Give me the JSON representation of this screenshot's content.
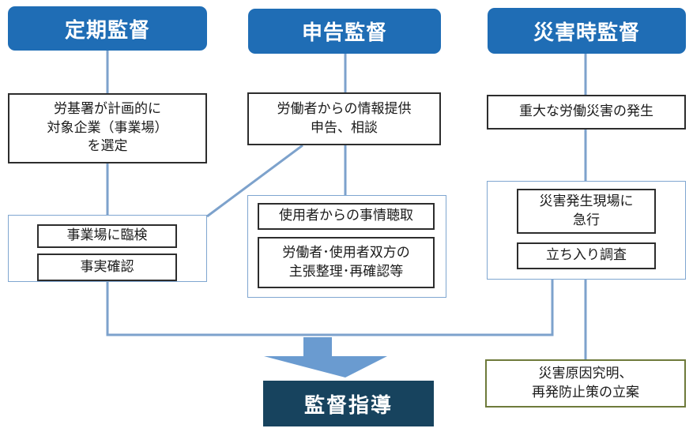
{
  "headers": {
    "periodic": "定期監督",
    "complaint": "申告監督",
    "disaster": "災害時監督"
  },
  "periodic_flow": {
    "selection": [
      "労基署が計画的に",
      "対象企業（事業場）",
      "を選定"
    ],
    "steps": [
      "事業場に臨検",
      "事実確認"
    ]
  },
  "complaint_flow": {
    "intake": [
      "労働者からの情報提供",
      "申告、相談"
    ],
    "steps": [
      [
        "使用者からの事情聴取"
      ],
      [
        "労働者･使用者双方の",
        "主張整理･再確認等"
      ]
    ]
  },
  "disaster_flow": {
    "trigger": [
      "重大な労働災害の発生"
    ],
    "steps": [
      [
        "災害発生現場に",
        "急行"
      ],
      [
        "立ち入り調査"
      ]
    ],
    "outcome": [
      "災害原因究明、",
      "再発防止策の立案"
    ]
  },
  "result": "監督指導",
  "colors": {
    "header_blue": "#1F6DB5",
    "result_navy": "#17435E",
    "connector": "#7DA2CC",
    "arrow": "#6A9BD0",
    "outcome_border": "#6E7A3B"
  }
}
